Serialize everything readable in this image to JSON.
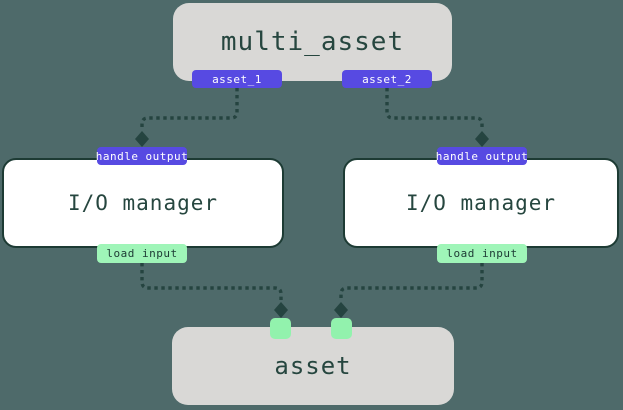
{
  "nodes": {
    "multi_asset": {
      "label": "multi_asset",
      "outputs": [
        {
          "label": "asset_1"
        },
        {
          "label": "asset_2"
        }
      ]
    },
    "io_manager_left": {
      "top_badge": "handle output",
      "label": "I/O manager",
      "bottom_badge": "load input"
    },
    "io_manager_right": {
      "top_badge": "handle output",
      "label": "I/O manager",
      "bottom_badge": "load input"
    },
    "asset": {
      "label": "asset",
      "input_handle_count": 2
    }
  },
  "edges": [
    {
      "from": "multi_asset.asset_1",
      "to": "io_manager_left.handle_output",
      "style": "dashed-arrow"
    },
    {
      "from": "multi_asset.asset_2",
      "to": "io_manager_right.handle_output",
      "style": "dashed-arrow"
    },
    {
      "from": "io_manager_left.load_input",
      "to": "asset.input_1",
      "style": "dashed-arrow"
    },
    {
      "from": "io_manager_right.load_input",
      "to": "asset.input_2",
      "style": "dashed-arrow"
    }
  ],
  "colors": {
    "background": "#4e6a6a",
    "node_gray": "#d9d8d6",
    "node_white": "#ffffff",
    "badge_purple": "#574ae2",
    "badge_green": "#9ff5b8",
    "input_square_green": "#92f2ad",
    "connector_dark_green": "#254440",
    "border_dark_green": "#1d3b34",
    "label_dark_green": "#26463f",
    "badge_text_light": "#ffffff"
  }
}
